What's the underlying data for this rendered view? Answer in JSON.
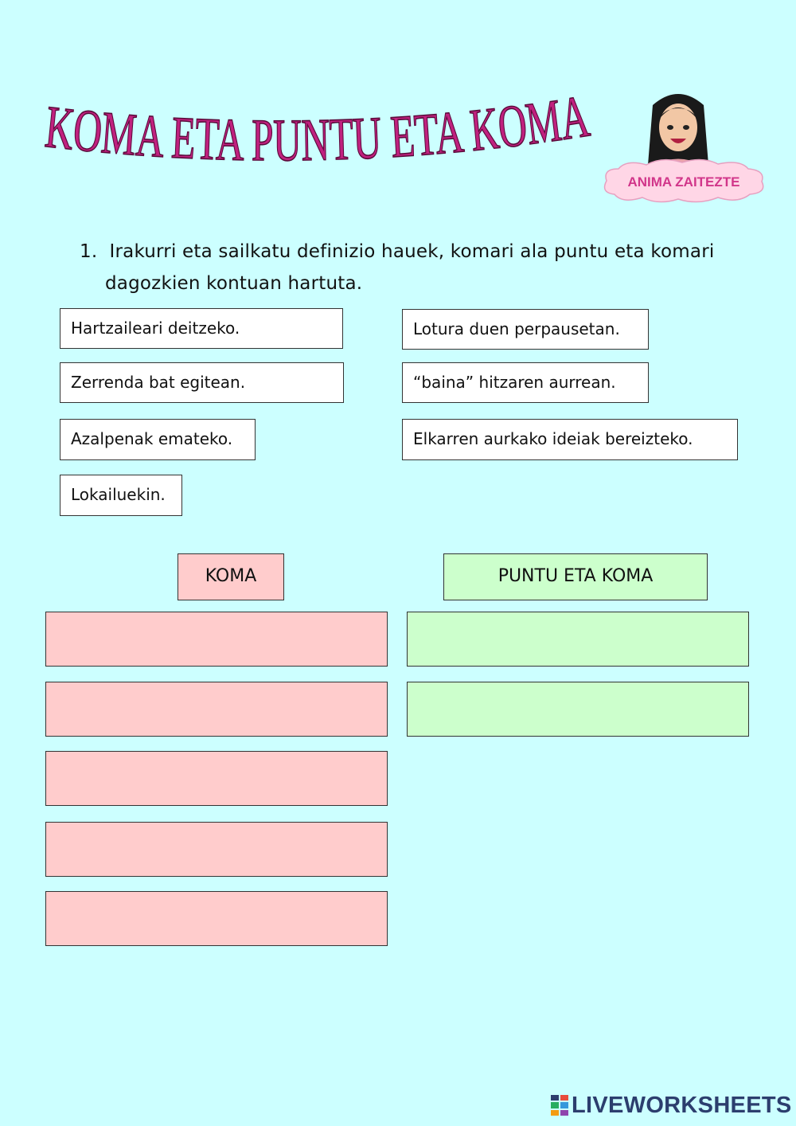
{
  "title": "KOMA ETA PUNTU ETA KOMA",
  "badge": "ANIMA ZAITEZTE",
  "instruction": {
    "number": "1.",
    "line1": "Irakurri eta sailkatu definizio hauek, komari ala puntu eta komari",
    "line2": "dagozkien kontuan hartuta."
  },
  "cards": [
    "Hartzaileari deitzeko.",
    "Lotura duen perpausetan.",
    "Zerrenda bat egitean.",
    "“baina” hitzaren aurrean.",
    "Azalpenak emateko.",
    "Elkarren aurkako ideiak bereizteko.",
    "Lokailuekin."
  ],
  "columns": {
    "koma": "KOMA",
    "puntu": "PUNTU ETA KOMA"
  },
  "brand": "LIVEWORKSHEETS",
  "colors": {
    "background": "#ccffff",
    "title": "#c0217f",
    "koma": "#ffcccc",
    "puntu": "#ccffcc"
  }
}
